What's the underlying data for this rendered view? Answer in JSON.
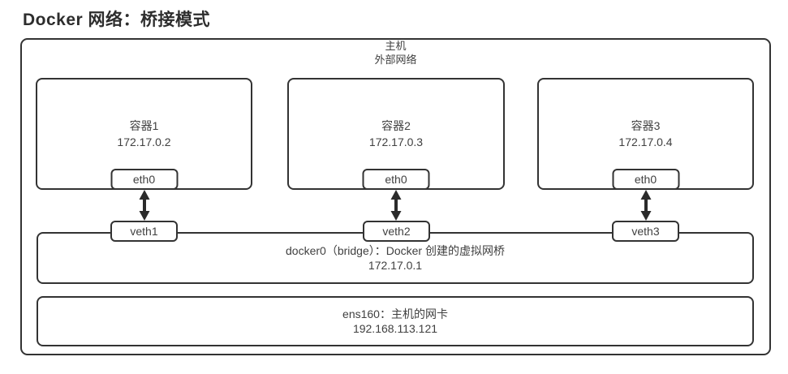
{
  "title": "Docker 网络：桥接模式",
  "host": {
    "line1": "主机",
    "line2": "外部网络"
  },
  "containers": [
    {
      "name": "容器1",
      "ip": "172.17.0.2",
      "iface": "eth0",
      "veth": "veth1"
    },
    {
      "name": "容器2",
      "ip": "172.17.0.3",
      "iface": "eth0",
      "veth": "veth2"
    },
    {
      "name": "容器3",
      "ip": "172.17.0.4",
      "iface": "eth0",
      "veth": "veth3"
    }
  ],
  "bridge": {
    "label": "docker0（bridge）：Docker 创建的虚拟网桥",
    "ip": "172.17.0.1"
  },
  "nic": {
    "label": "ens160：主机的网卡",
    "ip": "192.168.113.121"
  },
  "colors": {
    "stroke": "#333333",
    "text": "#404040",
    "arrow": "#2b2b2b",
    "background": "#ffffff"
  }
}
